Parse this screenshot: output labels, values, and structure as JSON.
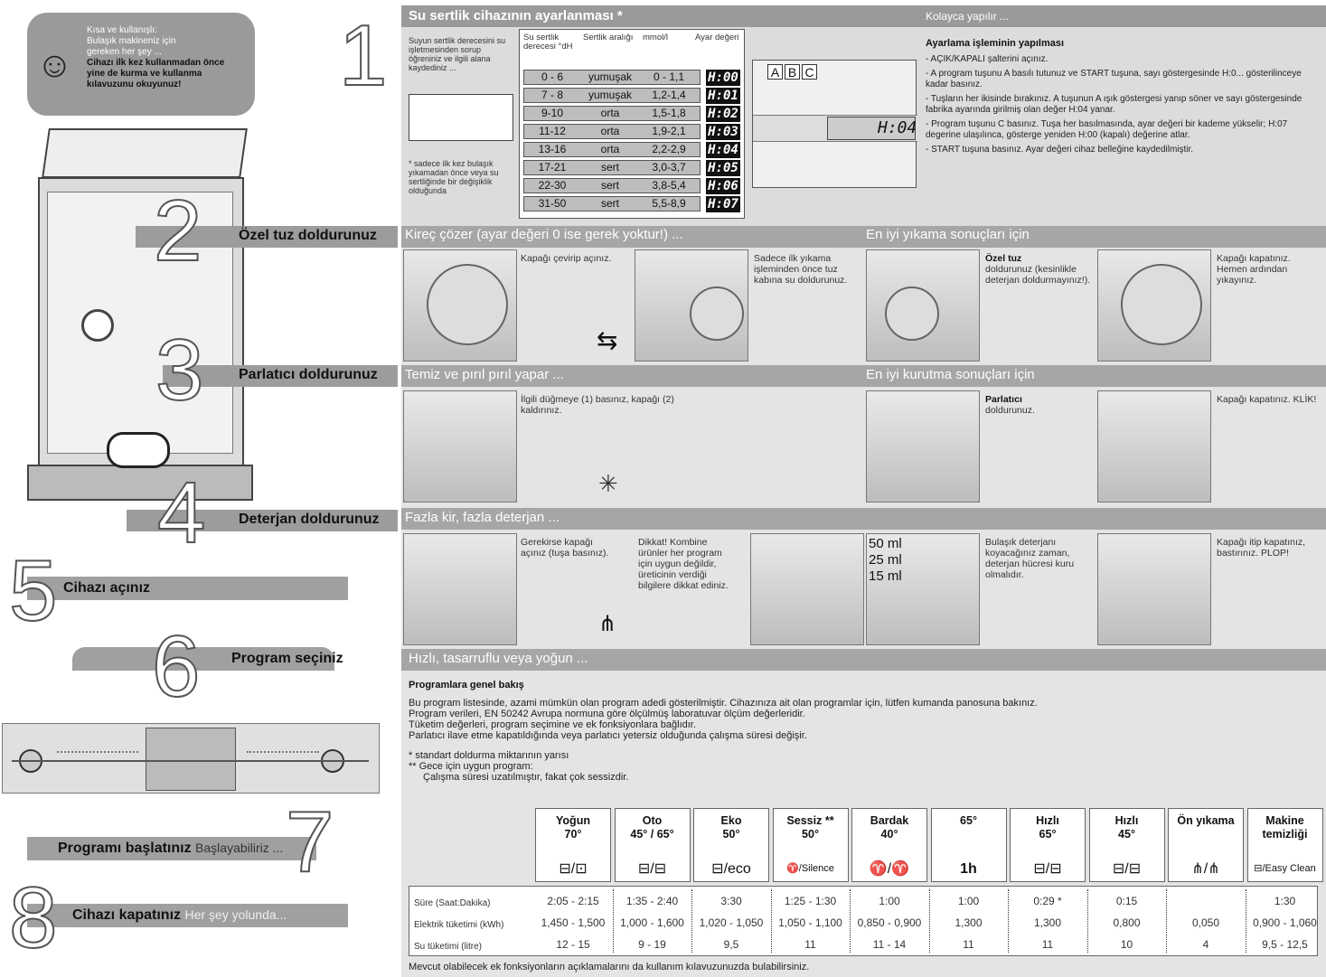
{
  "intro": {
    "line1": "Kısa ve kullanışlı:",
    "line2": "Bulaşık makineniz için",
    "line3": "gereken her şey ...",
    "bold1": "Cihazı ilk kez kullanmadan önce",
    "bold2": "yine de kurma ve kullanma",
    "bold3": "kılavuzunu okuyunuz!",
    "smiley": "☺"
  },
  "steps": {
    "n1": "1",
    "n2": "2",
    "n3": "3",
    "n4": "4",
    "n5": "5",
    "n6": "6",
    "n7": "7",
    "n8": "8",
    "s2": "Özel tuz doldurunuz",
    "s3": "Parlatıcı doldurunuz",
    "s4": "Deterjan doldurunuz",
    "s5": "Cihazı açınız",
    "s6": "Program seçiniz",
    "s7_bold": "Programı başlatınız",
    "s7_sub": "Başlayabiliriz ...",
    "s8_bold": "Cihazı kapatınız",
    "s8_sub": "Her şey yolunda..."
  },
  "section1": {
    "title": "Su sertlik cihazının ayarlanması *",
    "right_title": "Kolayca yapılır ...",
    "left_text": "Suyun sertlik derecesini su işletmesinden sorup öğreniniz ve ilgili alana kaydediniz ...",
    "footnote": "* sadece ilk kez bulaşık yıkamadan önce veya su sertliğinde bir değişiklik olduğunda",
    "headers": [
      "Su sertlik derecesi °dH",
      "Sertlik aralığı",
      "mmol/l",
      "Ayar değeri"
    ],
    "rows": [
      {
        "dh": "0 - 6",
        "range": "yumuşak",
        "mmol": "0 - 1,1",
        "val": "H:00"
      },
      {
        "dh": "7 - 8",
        "range": "yumuşak",
        "mmol": "1,2-1,4",
        "val": "H:01"
      },
      {
        "dh": "9-10",
        "range": "orta",
        "mmol": "1,5-1,8",
        "val": "H:02"
      },
      {
        "dh": "11-12",
        "range": "orta",
        "mmol": "1,9-2,1",
        "val": "H:03"
      },
      {
        "dh": "13-16",
        "range": "orta",
        "mmol": "2,2-2,9",
        "val": "H:04"
      },
      {
        "dh": "17-21",
        "range": "sert",
        "mmol": "3,0-3,7",
        "val": "H:05"
      },
      {
        "dh": "22-30",
        "range": "sert",
        "mmol": "3,8-5,4",
        "val": "H:06"
      },
      {
        "dh": "31-50",
        "range": "sert",
        "mmol": "5,5-8,9",
        "val": "H:07"
      }
    ],
    "btn_a": "A",
    "btn_b": "B",
    "btn_c": "C",
    "display": "H:04",
    "howto_title": "Ayarlama işleminin yapılması",
    "howto": [
      "- AÇIK/KAPALI şalterini açınız.",
      "- A program tuşunu A basılı tutunuz ve START tuşuna, sayı göstergesinde H:0... gösterilinceye kadar basınız.",
      "- Tuşların her ikisinde bırakınız. A tuşunun A ışık göstergesi yanıp söner ve sayı göstergesinde fabrika ayarında girilmiş olan değer H:04 yanar.",
      "- Program tuşunu C basınız. Tuşa her basılmasında, ayar değeri bir kademe yükselir; H:07 degerine ulaşılınca, gösterge yeniden H:00 (kapalı) değerine atlar.",
      "- START tuşuna basınız. Ayar değeri cihaz belleğine kaydedilmiştir."
    ]
  },
  "section2": {
    "left_title": "Kireç çözer (ayar değeri 0 ise gerek yoktur!) ...",
    "right_title": "En iyi yıkama sonuçları için",
    "t1": "Kapağı çevirip açınız.",
    "t2": "Sadece ilk yıkama işleminden önce tuz kabına su doldurunuz.",
    "t3_bold": "Özel tuz",
    "t3": "doldurunuz (kesinlikle deterjan doldurmayınız!).",
    "t4": "Kapağı kapatınız. Hemen ardından yıkayınız."
  },
  "section3": {
    "left_title": "Temiz ve pırıl pırıl yapar ...",
    "right_title": "En iyi kurutma sonuçları için",
    "t1": "İlgili düğmeye (1) basınız, kapağı (2) kaldırınız.",
    "t2_bold": "Parlatıcı",
    "t2": "doldurunuz.",
    "t3": "Kapağı kapatınız. KLİK!"
  },
  "section4": {
    "left_title": "Fazla kir, fazla deterjan ...",
    "t1": "Gerekirse kapağı açınız (tuşa basınız).",
    "t2": "Dikkat! Kombine ürünler her program için uygun değildir, üreticinin verdiği bilgilere dikkat ediniz.",
    "ml50": "50 ml",
    "ml25": "25 ml",
    "ml15": "15 ml",
    "t3": "Bulaşık deterjanı koyacağınız zaman, deterjan hücresi kuru olmalıdır.",
    "t4": "Kapağı itip kapatınız, bastırınız. PLOP!"
  },
  "section6": {
    "band_title": "Hızlı, tasarruflu veya yoğun ...",
    "overview_title": "Programlara genel bakış",
    "p1": "Bu program listesinde, azami mümkün olan program adedi gösterilmiştir. Cihazınıza ait olan programlar için, lütfen kumanda panosuna bakınız.",
    "p2": "Program verileri, EN 50242 Avrupa normuna göre ölçülmüş laboratuvar ölçüm değerleridir.",
    "p3": "Tüketim değerleri, program seçimine ve ek fonksiyonlara bağlıdır.",
    "p4": "Parlatıcı ilave etme kapatıldığında veya parlatıcı yetersiz olduğunda çalışma süresi değişir.",
    "n1": "* standart doldurma miktarının yarısı",
    "n2": "** Gece için uygun program:",
    "n3": "Çalışma süresi uzatılmıştır, fakat çok sessizdir.",
    "row_labels": [
      "Süre (Saat:Dakika)",
      "Elektrik tüketimi (kWh)",
      "Su tüketimi (litre)"
    ],
    "programs": [
      {
        "name": "Yoğun",
        "temp": "70°",
        "icon": "⊟/⊡",
        "time": "2:05 - 2:15",
        "kwh": "1,450 - 1,500",
        "water": "12 - 15"
      },
      {
        "name": "Oto",
        "temp": "45° / 65°",
        "icon": "⊟/⊟",
        "time": "1:35 - 2:40",
        "kwh": "1,000 - 1,600",
        "water": "9 - 19"
      },
      {
        "name": "Eko",
        "temp": "50°",
        "icon": "⊟/eco",
        "time": "3:30 ",
        "kwh": "1,020 - 1,050",
        "water": "9,5"
      },
      {
        "name": "Sessiz **",
        "temp": "50°",
        "icon": "♈/Silence",
        "time": "1:25 - 1:30",
        "kwh": "1,050 - 1,100",
        "water": "11"
      },
      {
        "name": "Bardak",
        "temp": "40°",
        "icon": "♈/♈",
        "time": "1:00",
        "kwh": "0,850 - 0,900",
        "water": "11 - 14"
      },
      {
        "name": "",
        "temp": "65°",
        "icon": "1h",
        "time": "1:00",
        "kwh": "1,300",
        "water": "11"
      },
      {
        "name": "Hızlı",
        "temp": "65°",
        "icon": "⊟/⊟",
        "time": "0:29 *",
        "kwh": "1,300",
        "water": "11"
      },
      {
        "name": "Hızlı",
        "temp": "45°",
        "icon": "⊟/⊟",
        "time": "0:15",
        "kwh": "0,800",
        "water": "10"
      },
      {
        "name": "Ön yıkama",
        "temp": "",
        "icon": "⋔/⋔",
        "time": "",
        "kwh": "0,050",
        "water": "4"
      },
      {
        "name": "Makine",
        "temp": "temizliği",
        "icon": "⊟/Easy Clean",
        "time": "1:30",
        "kwh": "0,900 - 1,060",
        "water": "9,5 - 12,5"
      }
    ],
    "footer": "Mevcut olabilecek ek fonksiyonların açıklamalarını da kullanım kılavuzunuzda bulabilirsiniz."
  }
}
